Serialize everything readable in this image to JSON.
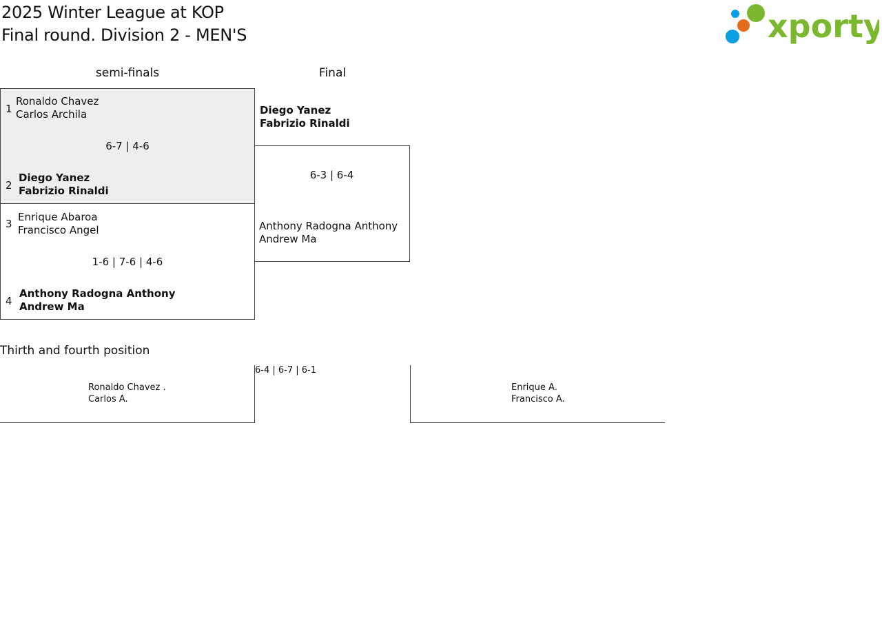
{
  "header": {
    "title_line1": "2025 Winter League at KOP",
    "title_line2": "Final round. Division 2 - MEN'S",
    "logo_text": "xporty",
    "brand_colors": {
      "green": "#7cb82f",
      "blue": "#0a9ee2",
      "orange": "#e56c1a"
    }
  },
  "rounds": {
    "semifinals_label": "semi-finals",
    "final_label": "Final"
  },
  "semifinals": [
    {
      "score": "6-7 | 4-6",
      "team_a": {
        "seed": "1",
        "p1": "Ronaldo Chavez",
        "p2": "Carlos Archila"
      },
      "team_b": {
        "seed": "2",
        "p1": "Diego Yanez",
        "p2": "Fabrizio Rinaldi"
      }
    },
    {
      "score": "1-6 | 7-6 | 4-6",
      "team_a": {
        "seed": "3",
        "p1": "Enrique Abaroa",
        "p2": "Francisco Angel"
      },
      "team_b": {
        "seed": "4",
        "p1": "Anthony Radogna Anthony",
        "p2": "Andrew Ma"
      }
    }
  ],
  "final": {
    "score": "6-3 | 6-4",
    "team_a": {
      "p1": "Diego Yanez",
      "p2": "Fabrizio Rinaldi"
    },
    "team_b": {
      "p1": "Anthony Radogna Anthony",
      "p2": "Andrew Ma"
    }
  },
  "third_place": {
    "label": "Thirth and fourth position",
    "score": "6-4 | 6-7 | 6-1",
    "team_a": {
      "p1": "Ronaldo Chavez .",
      "p2": "Carlos A."
    },
    "team_b": {
      "p1": "Enrique A.",
      "p2": "Francisco A."
    }
  }
}
